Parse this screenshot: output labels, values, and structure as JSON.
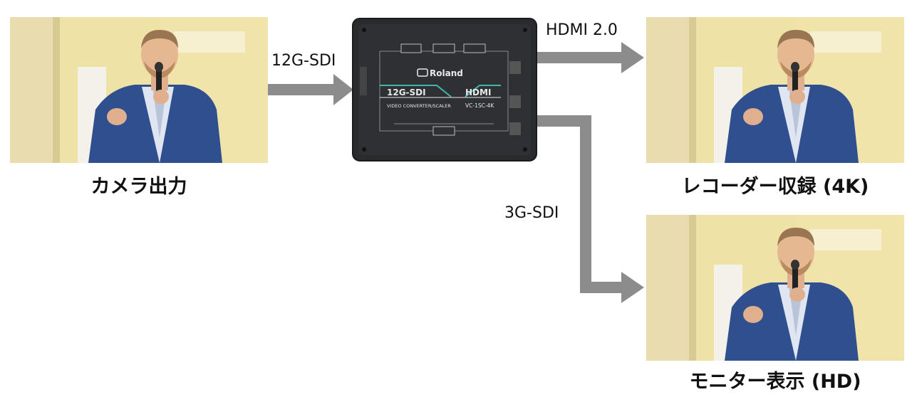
{
  "diagram": {
    "sources": [
      {
        "id": "camera",
        "caption": "カメラ出力"
      }
    ],
    "outputs": [
      {
        "id": "recorder",
        "caption": "レコーダー収録 (4K)"
      },
      {
        "id": "monitor",
        "caption": "モニター表示 (HD)"
      }
    ],
    "connections": {
      "input": "12G-SDI",
      "hdmi_out": "HDMI 2.0",
      "sdi_out": "3G-SDI"
    },
    "device": {
      "brand": "Roland",
      "left_label": "12G-SDI",
      "right_label": "HDMI",
      "subtitle": "VIDEO CONVERTER/SCALER",
      "model": "VC-1SC-4K"
    },
    "colors": {
      "arrow": "#8c8c8c",
      "device_body": "#2a2b2d",
      "accent_teal": "#3fb7b0",
      "wall": "#efe2a7",
      "suit": "#2f4f8f"
    }
  }
}
